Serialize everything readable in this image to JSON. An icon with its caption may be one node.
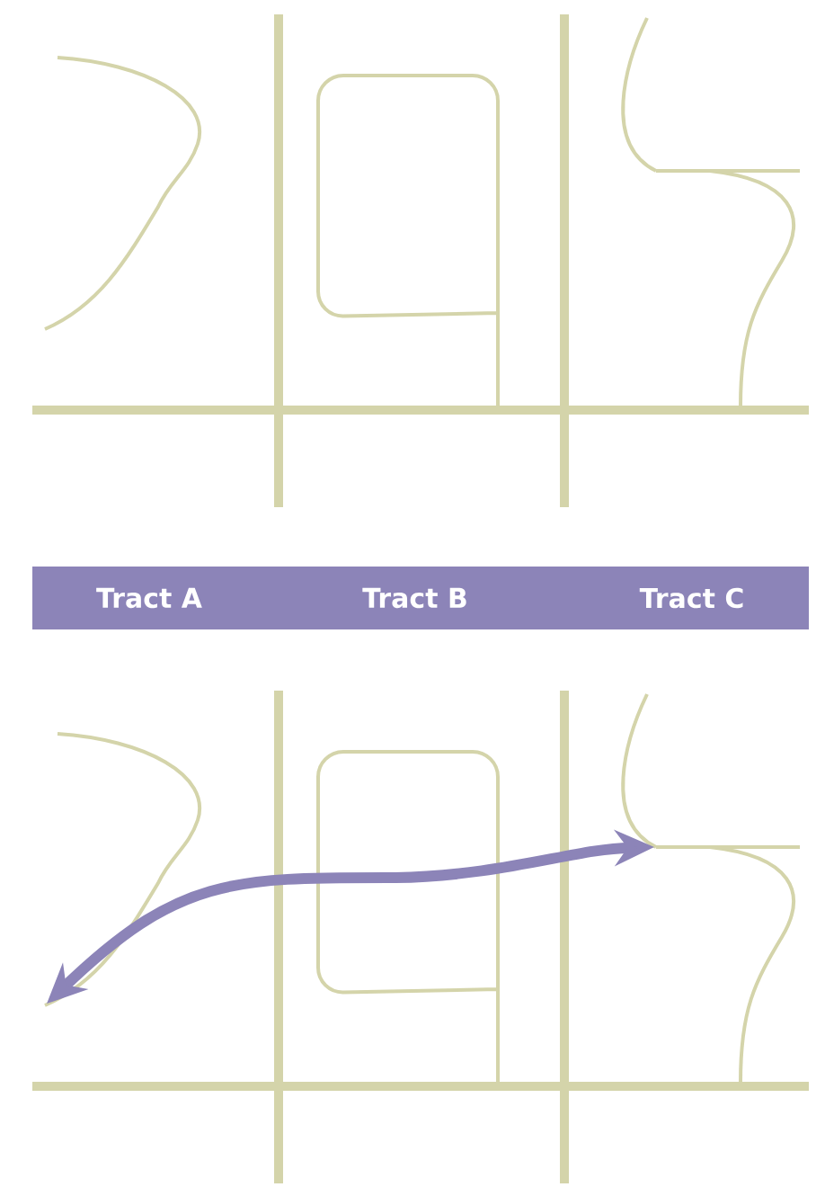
{
  "diagram": {
    "nodes": [
      {
        "text": [
          "Tract A",
          "Tract B",
          "Tract C"
        ]
      },
      {
        "text": [],
        "shape": "line"
      },
      {
        "text": [],
        "shape": "line"
      }
    ],
    "edges": [
      {
        "from": 1,
        "to": 2,
        "arrow": "both"
      }
    ]
  }
}
